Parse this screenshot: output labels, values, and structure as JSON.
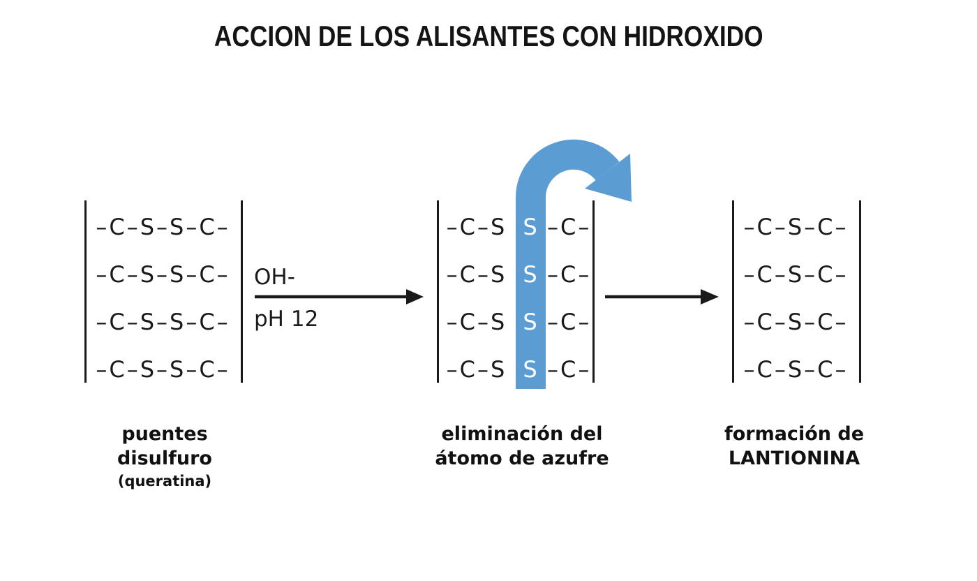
{
  "title": "ACCION DE LOS ALISANTES CON HIDROXIDO",
  "colors": {
    "highlight_blue": "#5B9CD3",
    "ink": "#1A1A1A",
    "background": "#FFFFFF"
  },
  "reaction": {
    "reagent": "OH-",
    "condition": "pH 12"
  },
  "panels": [
    {
      "name": "puentes-disulfuro",
      "rows": [
        "–C–S–S–C–",
        "–C–S–S–C–",
        "–C–S–S–C–",
        "–C–S–S–C–"
      ],
      "caption_lines": [
        "puentes",
        "disulfuro"
      ],
      "caption_note": "(queratina)"
    },
    {
      "name": "eliminacion-del-atomo-de-azufre",
      "rows": [
        {
          "left": "–C–S",
          "sulfur": "S",
          "right": "–C–"
        },
        {
          "left": "–C–S",
          "sulfur": "S",
          "right": "–C–"
        },
        {
          "left": "–C–S",
          "sulfur": "S",
          "right": "–C–"
        },
        {
          "left": "–C–S",
          "sulfur": "S",
          "right": "–C–"
        }
      ],
      "caption_lines": [
        "eliminación del",
        "átomo de azufre"
      ]
    },
    {
      "name": "formacion-de-lantionina",
      "rows": [
        "–C–S–C–",
        "–C–S–C–",
        "–C–S–C–",
        "–C–S–C–"
      ],
      "caption_lines": [
        "formación de",
        "LANTIONINA"
      ]
    }
  ]
}
